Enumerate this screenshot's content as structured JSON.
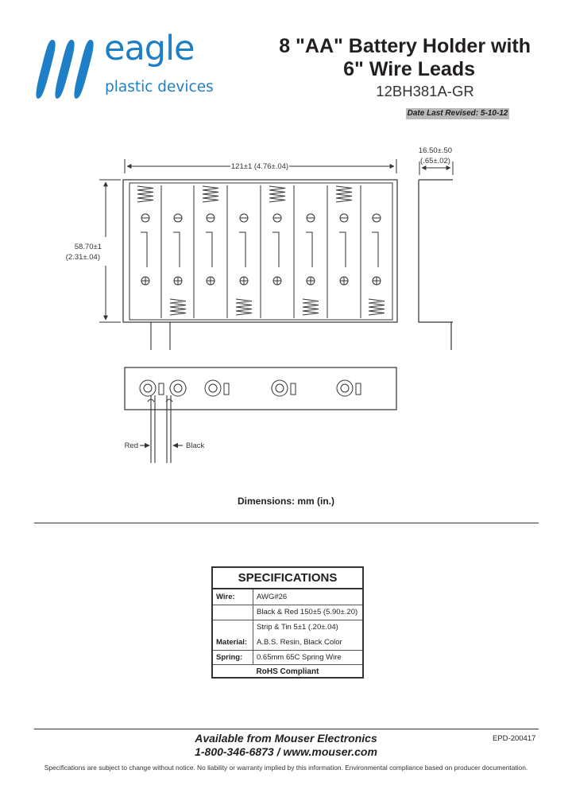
{
  "logo": {
    "word": "eagle",
    "subtitle": "plastic devices",
    "color": "#1e7fc6"
  },
  "title": {
    "line1": "8 \"AA\" Battery Holder with",
    "line2": "6\" Wire Leads",
    "part_number": "12BH381A-GR"
  },
  "revised": {
    "label": "Date Last Revised:",
    "date": "5-10-12"
  },
  "drawing": {
    "width_dim": "121±1 (4.76±.04)",
    "height_dim_mm": "58.70±1",
    "height_dim_in": "(2.31±.04)",
    "depth_dim_mm": "16.50±.50",
    "depth_dim_in": "(.65±.02)",
    "red_label": "Red",
    "black_label": "Black",
    "caption": "Dimensions: mm (in.)"
  },
  "specs": {
    "heading": "SPECIFICATIONS",
    "rows": [
      {
        "label": "Wire:",
        "value": "AWG#26"
      },
      {
        "label": "",
        "value": "Black & Red 150±5 (5.90±.20)"
      },
      {
        "label": "",
        "value": "Strip & Tin 5±1 (.20±.04)"
      },
      {
        "label": "Material:",
        "value": "A.B.S. Resin, Black Color"
      },
      {
        "label": "Spring:",
        "value": "0.65mm 65C Spring Wire"
      }
    ],
    "footer": "RoHS Compliant"
  },
  "footer": {
    "line1": "Available from Mouser Electronics",
    "line2": "1-800-346-6873 / www.mouser.com",
    "doc_id": "EPD-200417",
    "disclaimer": "Specifications are subject to change without notice.   No liability or warranty implied by this information.   Environmental compliance based on producer documentation."
  }
}
